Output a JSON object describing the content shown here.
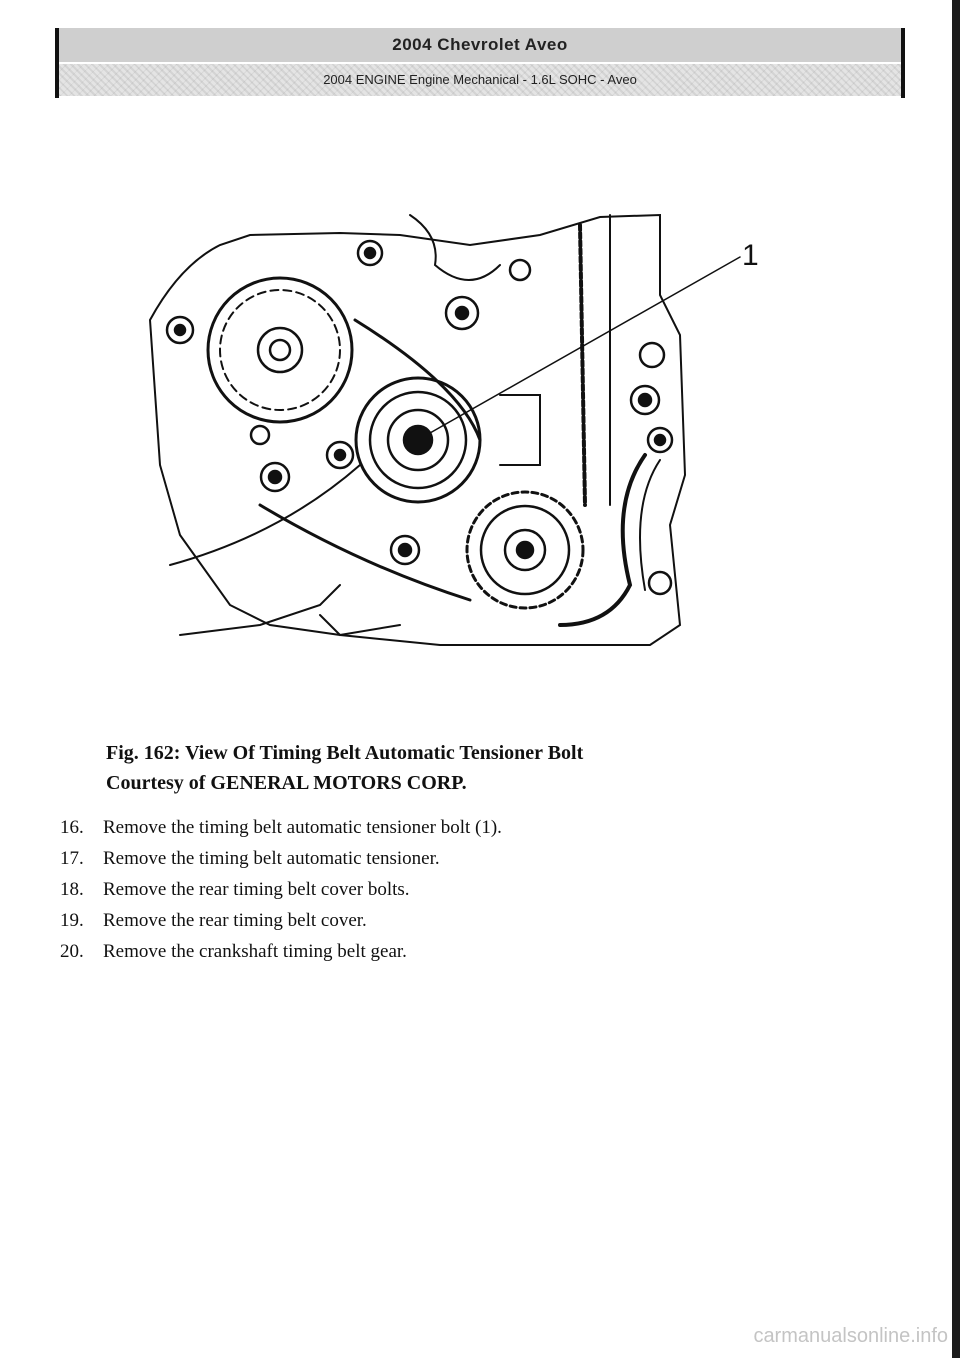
{
  "header": {
    "title": "2004 Chevrolet Aveo",
    "subtitle": "2004 ENGINE Engine Mechanical - 1.6L SOHC - Aveo"
  },
  "figure": {
    "callout": "1",
    "caption_line1": "Fig. 162: View Of Timing Belt Automatic Tensioner Bolt",
    "caption_line2": "Courtesy of GENERAL MOTORS CORP."
  },
  "steps": [
    {
      "num": "16.",
      "text": "Remove the timing belt automatic tensioner bolt (1)."
    },
    {
      "num": "17.",
      "text": "Remove the timing belt automatic tensioner."
    },
    {
      "num": "18.",
      "text": "Remove the rear timing belt cover bolts."
    },
    {
      "num": "19.",
      "text": "Remove the rear timing belt cover."
    },
    {
      "num": "20.",
      "text": "Remove the crankshaft timing belt gear."
    }
  ],
  "watermark": "carmanualsonline.info"
}
